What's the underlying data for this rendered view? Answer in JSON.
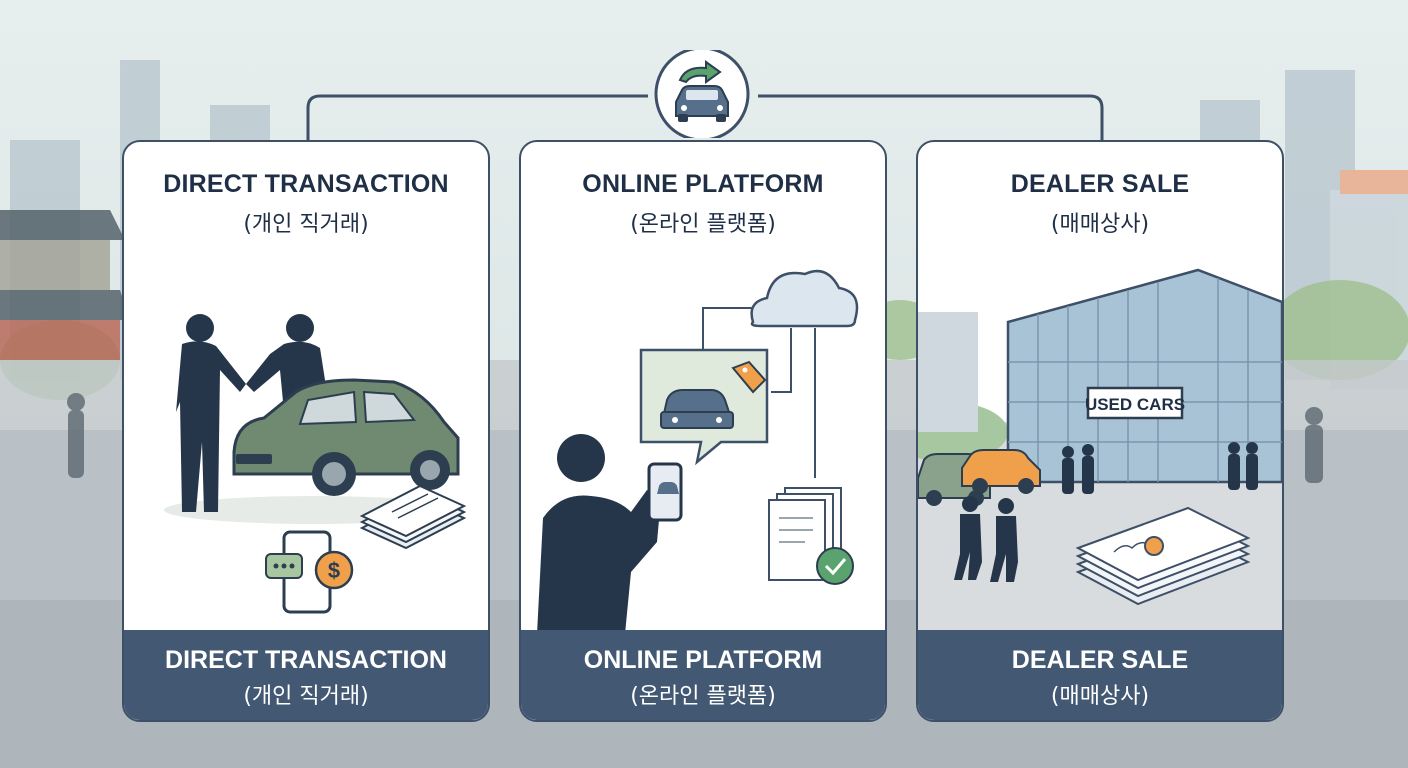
{
  "colors": {
    "navy": "#435873",
    "dark_text": "#1f2f45",
    "car_green": "#6f8a70",
    "accent_orange": "#f0a04b",
    "accent_green": "#5aa36e",
    "sky": "#dfe8ea"
  },
  "hub": {
    "icon": "car-transfer-icon"
  },
  "cards": [
    {
      "title": "DIRECT TRANSACTION",
      "subtitle": "(개인 직거래)",
      "footer_title": "DIRECT TRANSACTION",
      "footer_subtitle": "(개인 직거래)",
      "icons": [
        "handshake-icon",
        "car-icon",
        "documents-icon",
        "phone-chat-icon",
        "dollar-coin-icon"
      ]
    },
    {
      "title": "ONLINE PLATFORM",
      "subtitle": "(온라인 플랫폼)",
      "footer_title": "ONLINE PLATFORM",
      "footer_subtitle": "(온라인 플랫폼)",
      "icons": [
        "person-phone-icon",
        "car-listing-icon",
        "price-tag-icon",
        "cloud-icon",
        "document-check-icon"
      ]
    },
    {
      "title": "DEALER SALE",
      "subtitle": "(매매상사)",
      "footer_title": "DEALER SALE",
      "footer_subtitle": "(매매상사)",
      "sign": "USED CARS",
      "icons": [
        "dealership-building-icon",
        "parked-cars-icon",
        "certificate-icon",
        "people-icon"
      ]
    }
  ]
}
